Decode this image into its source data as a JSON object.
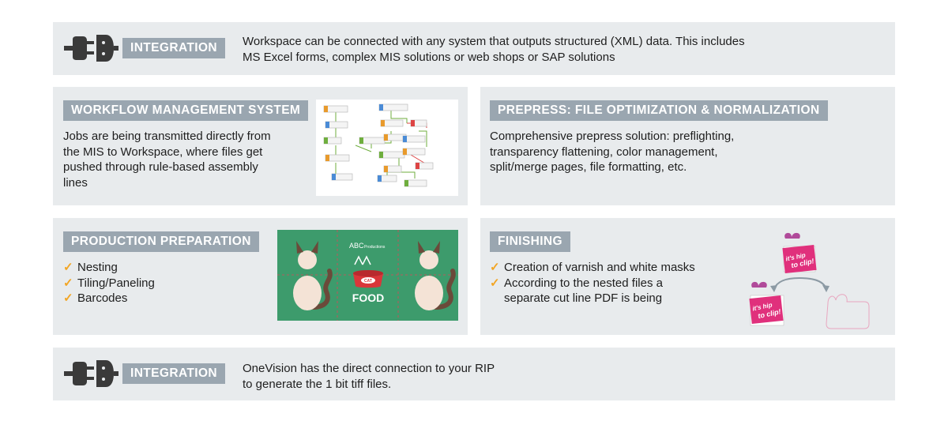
{
  "integration_top": {
    "tag": "INTEGRATION",
    "lines": [
      "Workspace can be connected with any system that outputs structured (XML) data. This includes",
      "MS Excel forms, complex MIS solutions or web shops or SAP solutions"
    ],
    "icon": "plug-icon"
  },
  "workflow": {
    "tag": "WORKFLOW MANAGEMENT SYSTEM",
    "lines": [
      "Jobs are being transmitted directly from",
      "the MIS to Workspace, where files get",
      "pushed through rule-based assembly",
      "lines"
    ],
    "image": "workflow-diagram-thumbnail"
  },
  "prepress": {
    "tag": "PREPRESS: FILE OPTIMIZATION & NORMALIZATION",
    "lines": [
      "Comprehensive prepress solution: preflighting,",
      "transparency flattening, color management,",
      "split/merge pages, file formatting, etc."
    ]
  },
  "production": {
    "tag": "PRODUCTION PREPARATION",
    "items": [
      "Nesting",
      "Tiling/Paneling",
      "Barcodes"
    ],
    "check": "✓",
    "image": {
      "brand": "ABC",
      "brand_sub": "Productions",
      "bowl_label": "CAT",
      "food_label": "FOOD"
    }
  },
  "finishing": {
    "tag": "FINISHING",
    "items": [
      [
        "Creation of varnish and white masks"
      ],
      [
        "According to the nested files a",
        "separate cut line PDF is being"
      ]
    ],
    "check": "✓",
    "image": {
      "sticker_line1": "it's hip",
      "sticker_line2": "to clip!"
    }
  },
  "integration_bottom": {
    "tag": "INTEGRATION",
    "lines": [
      "OneVision has the direct connection to your RIP",
      "to generate the 1 bit tiff files."
    ],
    "icon": "plug-icon"
  },
  "colors": {
    "panel": "#e8ebed",
    "tag": "#9aa6b0",
    "check": "#f2a524",
    "green": "#3d9b6c",
    "pink": "#e0307c"
  }
}
